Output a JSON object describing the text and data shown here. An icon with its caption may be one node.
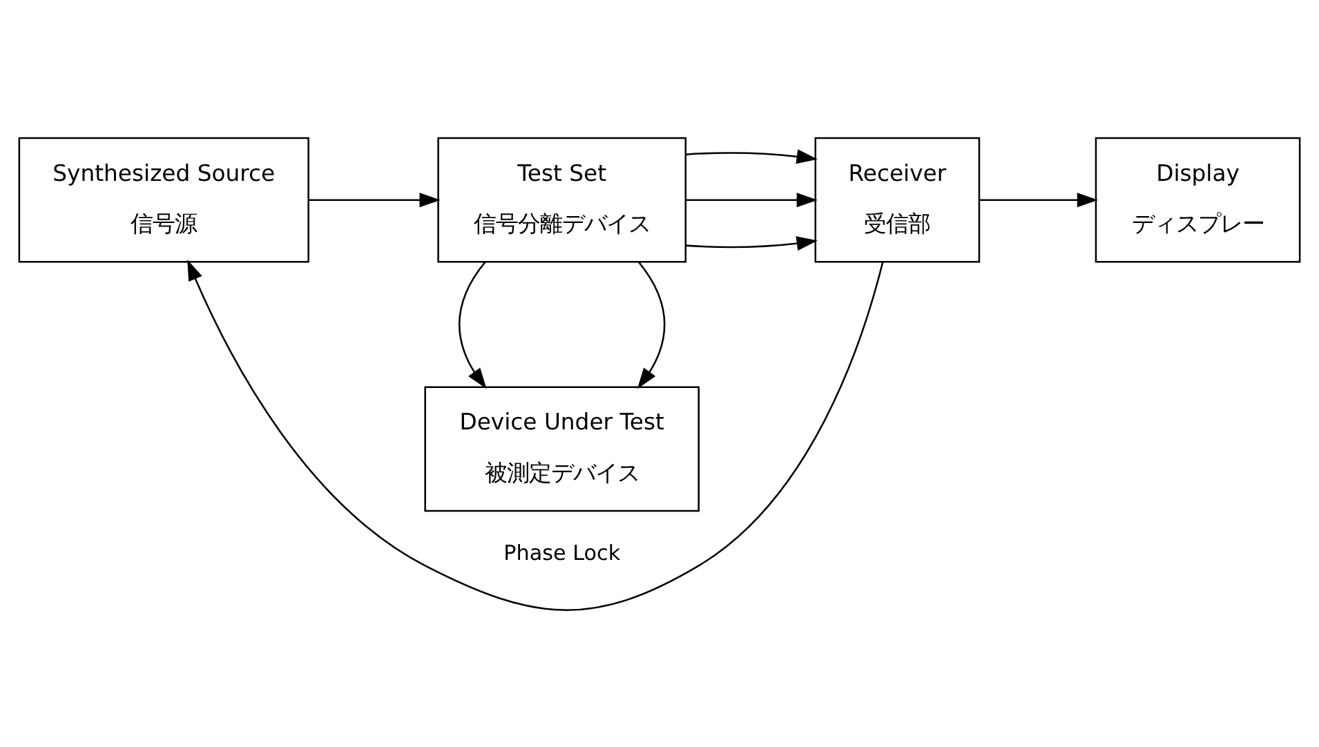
{
  "diagram": {
    "nodes": [
      {
        "text": [
          "Synthesized Source",
          "信号源"
        ]
      },
      {
        "text": [
          "Test Set",
          "信号分離デバイス"
        ]
      },
      {
        "text": [
          "Receiver",
          "受信部"
        ]
      },
      {
        "text": [
          "Display",
          "ディスプレー"
        ]
      },
      {
        "text": [
          "Device Under Test",
          "被測定デバイス"
        ]
      }
    ],
    "edges": [
      {
        "from": 2,
        "to": 0,
        "arrow": "to",
        "label": "Phase Lock"
      },
      {
        "from": 0,
        "to": 1,
        "arrow": "to"
      },
      {
        "from": 1,
        "to": 2,
        "arrow": "to"
      },
      {
        "from": 1,
        "to": 2,
        "arrow": "to"
      },
      {
        "from": 1,
        "to": 2,
        "arrow": "to"
      },
      {
        "from": 2,
        "to": 3,
        "arrow": "to"
      },
      {
        "from": 1,
        "to": 4,
        "arrow": "to"
      },
      {
        "from": 1,
        "to": 4,
        "arrow": "to"
      }
    ]
  }
}
